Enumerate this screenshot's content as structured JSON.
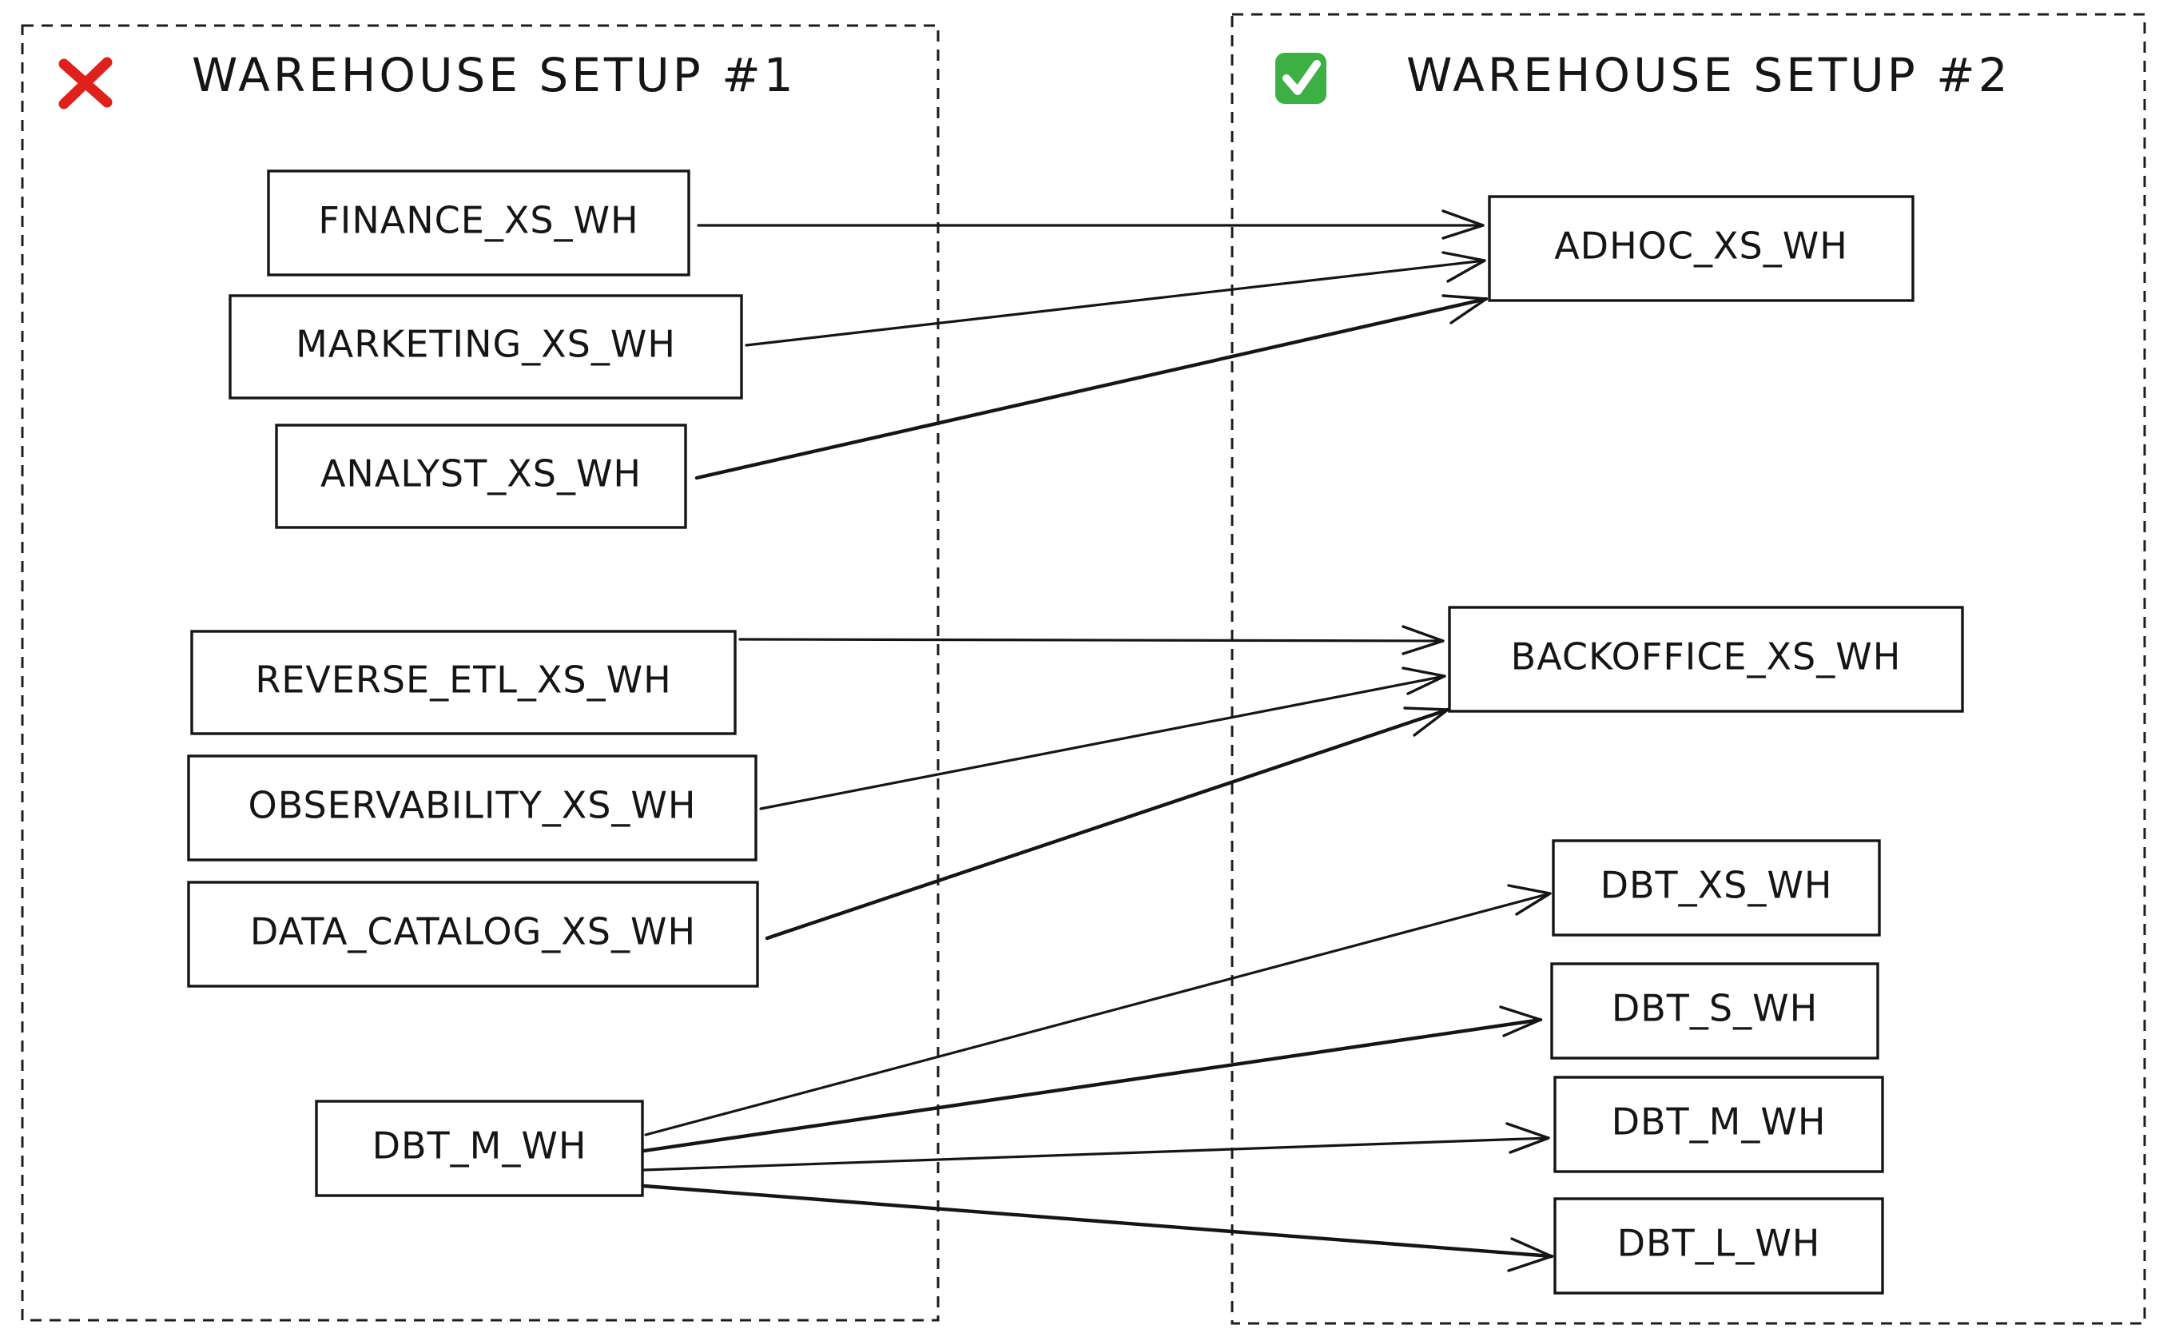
{
  "colors": {
    "ink": "#151515",
    "cross": "#e0211b",
    "check_bg": "#3cb043",
    "check_mark": "#ffffff"
  },
  "setup1": {
    "title": "WAREHOUSE SETUP #1",
    "status_icon": "cross-mark-icon",
    "warehouses": [
      {
        "id": "finance",
        "label": "FINANCE_XS_WH"
      },
      {
        "id": "marketing",
        "label": "MARKETING_XS_WH"
      },
      {
        "id": "analyst",
        "label": "ANALYST_XS_WH"
      },
      {
        "id": "reverse_etl",
        "label": "REVERSE_ETL_XS_WH"
      },
      {
        "id": "observability",
        "label": "OBSERVABILITY_XS_WH"
      },
      {
        "id": "data_catalog",
        "label": "DATA_CATALOG_XS_WH"
      },
      {
        "id": "dbt_m_old",
        "label": "DBT_M_WH"
      }
    ]
  },
  "setup2": {
    "title": "WAREHOUSE SETUP #2",
    "status_icon": "check-mark-icon",
    "warehouses": [
      {
        "id": "adhoc",
        "label": "ADHOC_XS_WH"
      },
      {
        "id": "backoffice",
        "label": "BACKOFFICE_XS_WH"
      },
      {
        "id": "dbt_xs",
        "label": "DBT_XS_WH"
      },
      {
        "id": "dbt_s",
        "label": "DBT_S_WH"
      },
      {
        "id": "dbt_m",
        "label": "DBT_M_WH"
      },
      {
        "id": "dbt_l",
        "label": "DBT_L_WH"
      }
    ]
  },
  "connections": [
    {
      "from": "finance",
      "to": "adhoc"
    },
    {
      "from": "marketing",
      "to": "adhoc"
    },
    {
      "from": "analyst",
      "to": "adhoc"
    },
    {
      "from": "reverse_etl",
      "to": "backoffice"
    },
    {
      "from": "observability",
      "to": "backoffice"
    },
    {
      "from": "data_catalog",
      "to": "backoffice"
    },
    {
      "from": "dbt_m_old",
      "to": "dbt_xs"
    },
    {
      "from": "dbt_m_old",
      "to": "dbt_s"
    },
    {
      "from": "dbt_m_old",
      "to": "dbt_m"
    },
    {
      "from": "dbt_m_old",
      "to": "dbt_l"
    }
  ]
}
